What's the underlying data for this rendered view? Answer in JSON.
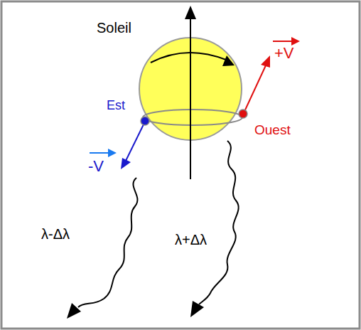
{
  "diagram": {
    "labels": [
      "Soleil",
      "Est",
      "-V",
      "Ouest",
      "+V",
      "λ-Δλ",
      "λ+Δλ"
    ]
  }
}
